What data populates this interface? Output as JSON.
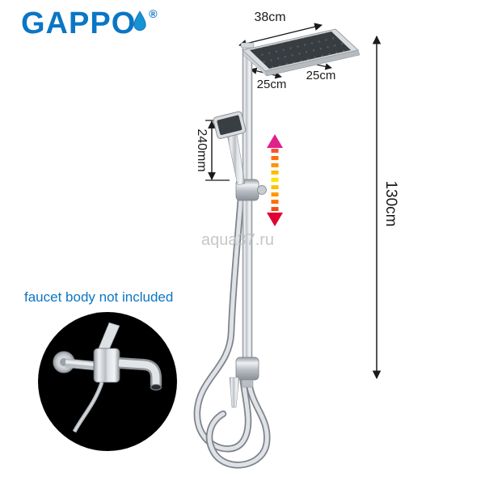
{
  "brand": {
    "name": "GAPPO",
    "registered": "®"
  },
  "watermark": "aqua37.ru",
  "note": "faucet body not included",
  "measurements": {
    "head_width": "38cm",
    "head_left": "25cm",
    "head_right": "25cm",
    "hand_length": "240mm",
    "rail_height": "130cm"
  },
  "icons": {
    "logo_drop": "water-drop-icon",
    "height_adjust": "height-adjustable-arrow"
  },
  "colors": {
    "brand_blue": "#0b76c4",
    "dimension_black": "#1a1a1a",
    "watermark_gray": "#c0c0c0",
    "chrome_light": "#eef1f4",
    "chrome_dark": "#8a9096",
    "shower_head_face": "#383d42",
    "rainbow_top": "#e0218a",
    "rainbow_middle": "#ffe600",
    "rainbow_bottom": "#e00034",
    "inset_circle_bg": "#000000"
  }
}
